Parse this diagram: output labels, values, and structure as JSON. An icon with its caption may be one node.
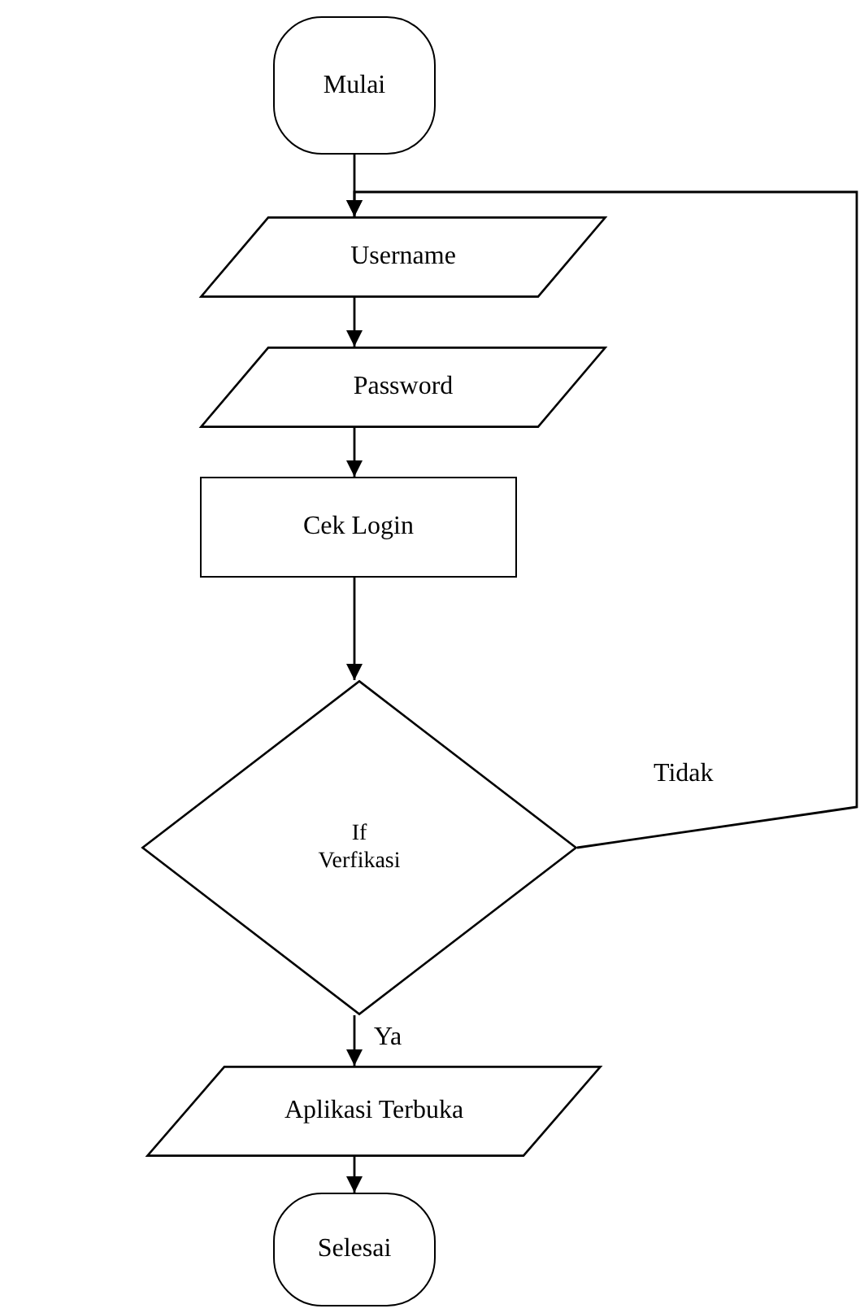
{
  "diagram": {
    "nodes": [
      {
        "text": [
          "Mulai"
        ]
      },
      {
        "text": [
          "Username"
        ]
      },
      {
        "text": [
          "Password"
        ]
      },
      {
        "text": [
          "Cek Login"
        ]
      },
      {
        "text": [
          "If Verfikasi"
        ]
      },
      {
        "text": [
          "Aplikasi Terbuka"
        ]
      },
      {
        "text": [
          "Selesai"
        ]
      }
    ],
    "edges": [
      {
        "from": 0,
        "to": 1,
        "arrow": "to"
      },
      {
        "from": 1,
        "to": 2,
        "arrow": "to"
      },
      {
        "from": 2,
        "to": 3,
        "arrow": "to"
      },
      {
        "from": 3,
        "to": 4,
        "arrow": "to"
      },
      {
        "from": 4,
        "to": 5,
        "arrow": "to",
        "label": "Ya"
      },
      {
        "from": 5,
        "to": 6,
        "arrow": "to"
      },
      {
        "from": 4,
        "to": 1,
        "arrow": "to",
        "label": "Tidak"
      }
    ]
  }
}
